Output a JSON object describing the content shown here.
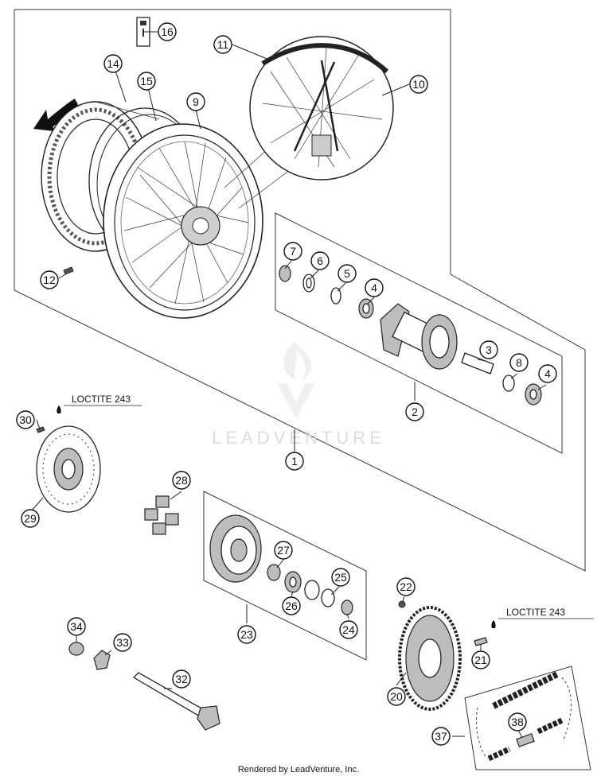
{
  "notes": {
    "loctite_left": "LOCTITE 243",
    "loctite_right": "LOCTITE 243"
  },
  "watermark": "LEADVENTURE",
  "footer": "Rendered by LeadVenture, Inc.",
  "callouts": [
    {
      "id": "c16",
      "label": "16"
    },
    {
      "id": "c14",
      "label": "14"
    },
    {
      "id": "c15",
      "label": "15"
    },
    {
      "id": "c11",
      "label": "11"
    },
    {
      "id": "c10",
      "label": "10"
    },
    {
      "id": "c9",
      "label": "9"
    },
    {
      "id": "c12",
      "label": "12"
    },
    {
      "id": "c7",
      "label": "7"
    },
    {
      "id": "c6",
      "label": "6"
    },
    {
      "id": "c5",
      "label": "5"
    },
    {
      "id": "c4a",
      "label": "4"
    },
    {
      "id": "c3",
      "label": "3"
    },
    {
      "id": "c8",
      "label": "8"
    },
    {
      "id": "c4b",
      "label": "4"
    },
    {
      "id": "c2",
      "label": "2"
    },
    {
      "id": "c1",
      "label": "1"
    },
    {
      "id": "c30",
      "label": "30"
    },
    {
      "id": "c29",
      "label": "29"
    },
    {
      "id": "c28",
      "label": "28"
    },
    {
      "id": "c27",
      "label": "27"
    },
    {
      "id": "c25",
      "label": "25"
    },
    {
      "id": "c26",
      "label": "26"
    },
    {
      "id": "c24",
      "label": "24"
    },
    {
      "id": "c23",
      "label": "23"
    },
    {
      "id": "c22",
      "label": "22"
    },
    {
      "id": "c21",
      "label": "21"
    },
    {
      "id": "c20",
      "label": "20"
    },
    {
      "id": "c34",
      "label": "34"
    },
    {
      "id": "c33",
      "label": "33"
    },
    {
      "id": "c32",
      "label": "32"
    },
    {
      "id": "c37",
      "label": "37"
    },
    {
      "id": "c38",
      "label": "38"
    }
  ]
}
